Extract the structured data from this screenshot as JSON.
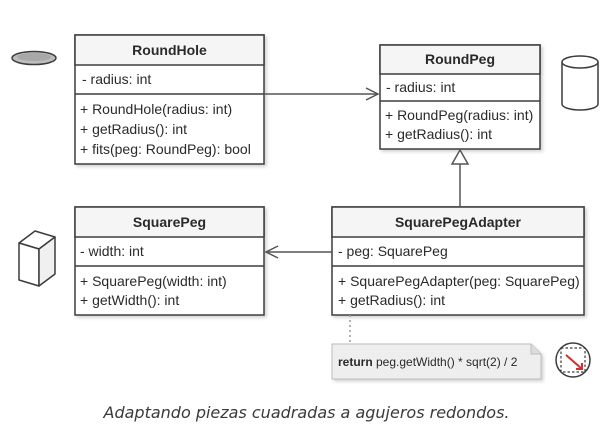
{
  "classes": {
    "round_hole": {
      "title": "RoundHole",
      "fields": [
        "- radius: int"
      ],
      "methods": [
        "+ RoundHole(radius: int)",
        "+ getRadius(): int",
        "+ fits(peg: RoundPeg): bool"
      ]
    },
    "round_peg": {
      "title": "RoundPeg",
      "fields": [
        "- radius: int"
      ],
      "methods": [
        "+ RoundPeg(radius: int)",
        "+ getRadius(): int"
      ]
    },
    "square_peg": {
      "title": "SquarePeg",
      "fields": [
        "- width: int"
      ],
      "methods": [
        "+ SquarePeg(width: int)",
        "+ getWidth(): int"
      ]
    },
    "adapter": {
      "title": "SquarePegAdapter",
      "fields": [
        "- peg: SquarePeg"
      ],
      "methods": [
        "+ SquarePegAdapter(peg: SquarePeg)",
        "+ getRadius(): int"
      ]
    }
  },
  "note": {
    "keyword": "return",
    "expression": " peg.getWidth() * sqrt(2) / 2"
  },
  "caption": "Adaptando piezas cuadradas a agujeros redondos.",
  "colors": {
    "box_border": "#3c3c3c",
    "header_fill": "#f5f5f5",
    "body_fill": "#ffffff",
    "note_fill": "#eeeeee",
    "hole_fill": "#bdbdbd"
  },
  "icons": [
    "round-hole-icon",
    "round-peg-icon",
    "square-peg-icon",
    "square-in-circle-icon"
  ]
}
